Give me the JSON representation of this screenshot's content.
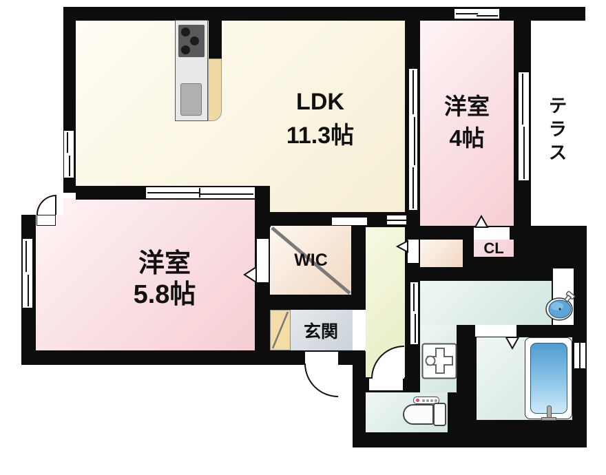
{
  "rooms": {
    "ldk": {
      "name": "LDK",
      "size": "11.3帖"
    },
    "bedroom4": {
      "name": "洋室",
      "size": "4帖"
    },
    "bedroom58": {
      "name": "洋室",
      "size": "5.8帖"
    },
    "terrace": {
      "name": "テラス"
    },
    "wic": {
      "name": "WIC"
    },
    "entrance": {
      "name": "玄関"
    },
    "closet": {
      "name": "CL"
    }
  },
  "colors": {
    "wall": "#0d0d0d",
    "ldk_fill": "#f6eed4",
    "bedroom_fill": "#f6cdd3",
    "hallway_fill": "#e8edc4",
    "wet_area_fill": "#d2e6e1",
    "wic_fill": "#f2d8c1",
    "genkan_fill": "#cbd3d9",
    "shoe_cabinet_fill": "#f2dda6",
    "bathtub_fill": "#5ca5d6",
    "text": "#111111"
  }
}
